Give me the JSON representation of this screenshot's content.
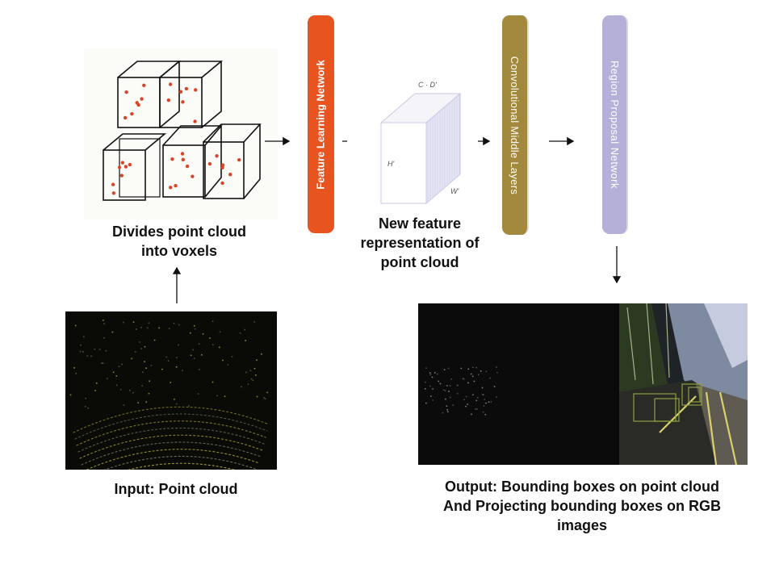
{
  "captions": {
    "voxels": [
      "Divides point cloud",
      "into voxels"
    ],
    "feature": [
      "New feature",
      "representation of",
      "point cloud"
    ],
    "input": "Input: Point cloud",
    "output": [
      "Output: Bounding boxes on point cloud",
      "And Projecting bounding boxes on RGB",
      "images"
    ]
  },
  "stages": {
    "fln": {
      "label": "Feature Learning Network",
      "color": "#e8541f"
    },
    "cml": {
      "label": "Convolutional Middle Layers",
      "color": "#a2893d"
    },
    "rpn": {
      "label": "Region Proposal Network",
      "color": "#b5b0d8"
    }
  },
  "tensor_labels": {
    "depth": "C · D'",
    "height": "H'",
    "width": "W'"
  },
  "colors": {
    "point": "#d8462a",
    "lidar": "#c9c23a",
    "background": "#0a0a06"
  }
}
